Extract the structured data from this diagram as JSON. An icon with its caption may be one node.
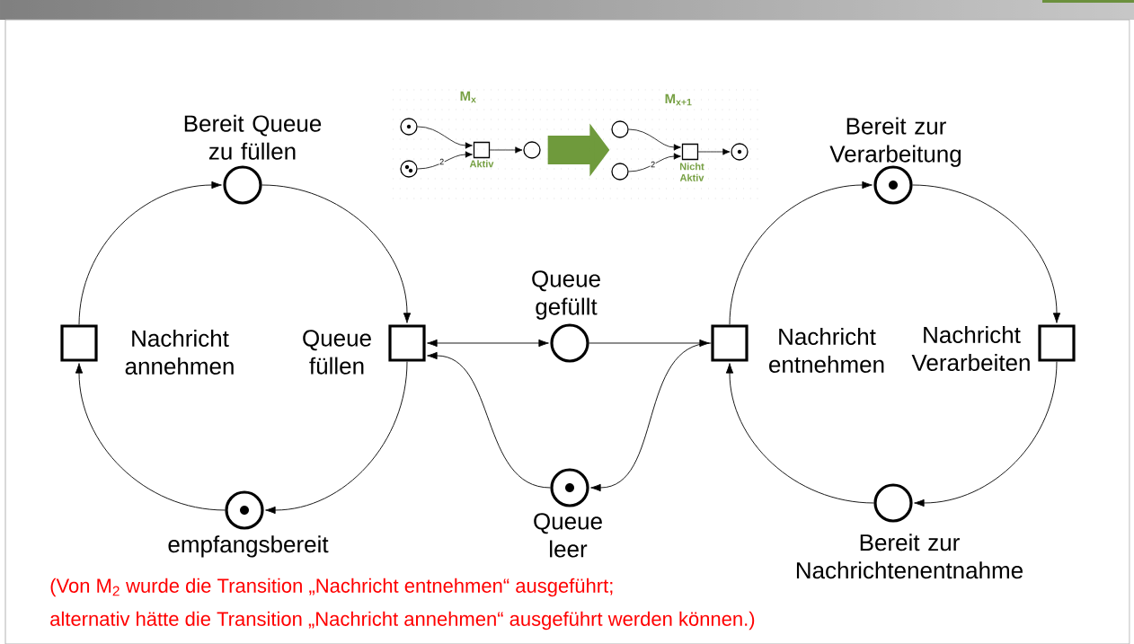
{
  "diagram": {
    "nodes": [
      {
        "text": [
          "Bereit Queue zu füllen"
        ]
      },
      {
        "text": [
          "Nachricht annehmen"
        ]
      },
      {
        "text": [
          "Queue füllen"
        ]
      },
      {
        "text": [
          "empfangsbereit"
        ]
      },
      {
        "text": [
          "Queue gefüllt"
        ]
      },
      {
        "text": [
          "Queue leer"
        ]
      },
      {
        "text": [
          "Nachricht entnehmen"
        ]
      },
      {
        "text": [
          "Bereit zur Verarbeitung"
        ]
      },
      {
        "text": [
          "Nachricht Verarbeiten"
        ]
      },
      {
        "text": [
          "Bereit zur Nachrichtenentnahme"
        ]
      },
      {
        "text": [],
        "shape": "circle"
      },
      {
        "text": [],
        "shape": "circle"
      },
      {
        "text": [
          "Aktiv"
        ]
      },
      {
        "text": [],
        "shape": "circle"
      },
      {
        "text": [],
        "shape": "circle"
      },
      {
        "text": [],
        "shape": "circle"
      },
      {
        "text": [
          "Nicht Aktiv"
        ]
      },
      {
        "text": [],
        "shape": "circle"
      }
    ],
    "edges": [
      {
        "from": 1,
        "to": 0,
        "arrow": "to"
      },
      {
        "from": 0,
        "to": 2,
        "arrow": "to"
      },
      {
        "from": 2,
        "to": 3,
        "arrow": "to"
      },
      {
        "from": 3,
        "to": 1,
        "arrow": "to"
      },
      {
        "from": 2,
        "to": 4,
        "arrow": "both"
      },
      {
        "from": 4,
        "to": 6,
        "arrow": "to"
      },
      {
        "from": 5,
        "to": 2,
        "arrow": "to"
      },
      {
        "from": 6,
        "to": 5,
        "arrow": "to"
      },
      {
        "from": 6,
        "to": 7,
        "arrow": "to"
      },
      {
        "from": 7,
        "to": 8,
        "arrow": "to"
      },
      {
        "from": 8,
        "to": 9,
        "arrow": "to"
      },
      {
        "from": 9,
        "to": 6,
        "arrow": "to"
      },
      {
        "from": 10,
        "to": 12,
        "arrow": "to"
      },
      {
        "from": 11,
        "to": 12,
        "arrow": "to",
        "label": "2"
      },
      {
        "from": 12,
        "to": 13,
        "arrow": "to"
      },
      {
        "from": 13,
        "to": 14,
        "arrow": "to",
        "style": "thick",
        "color": "#6f9a3c"
      },
      {
        "from": 14,
        "to": 16,
        "arrow": "to"
      },
      {
        "from": 15,
        "to": 16,
        "arrow": "to",
        "label": "2"
      },
      {
        "from": 16,
        "to": 17,
        "arrow": "to"
      }
    ],
    "labels": [
      "M$_{x}$",
      "M$_{x+1}$",
      "(Von M$_{2}$ wurde die Transition „Nachricht entnehmen“ ausgeführt;",
      "alternativ hätte die Transition „Nachricht annehmen“ ausgeführt werden können.)"
    ]
  }
}
